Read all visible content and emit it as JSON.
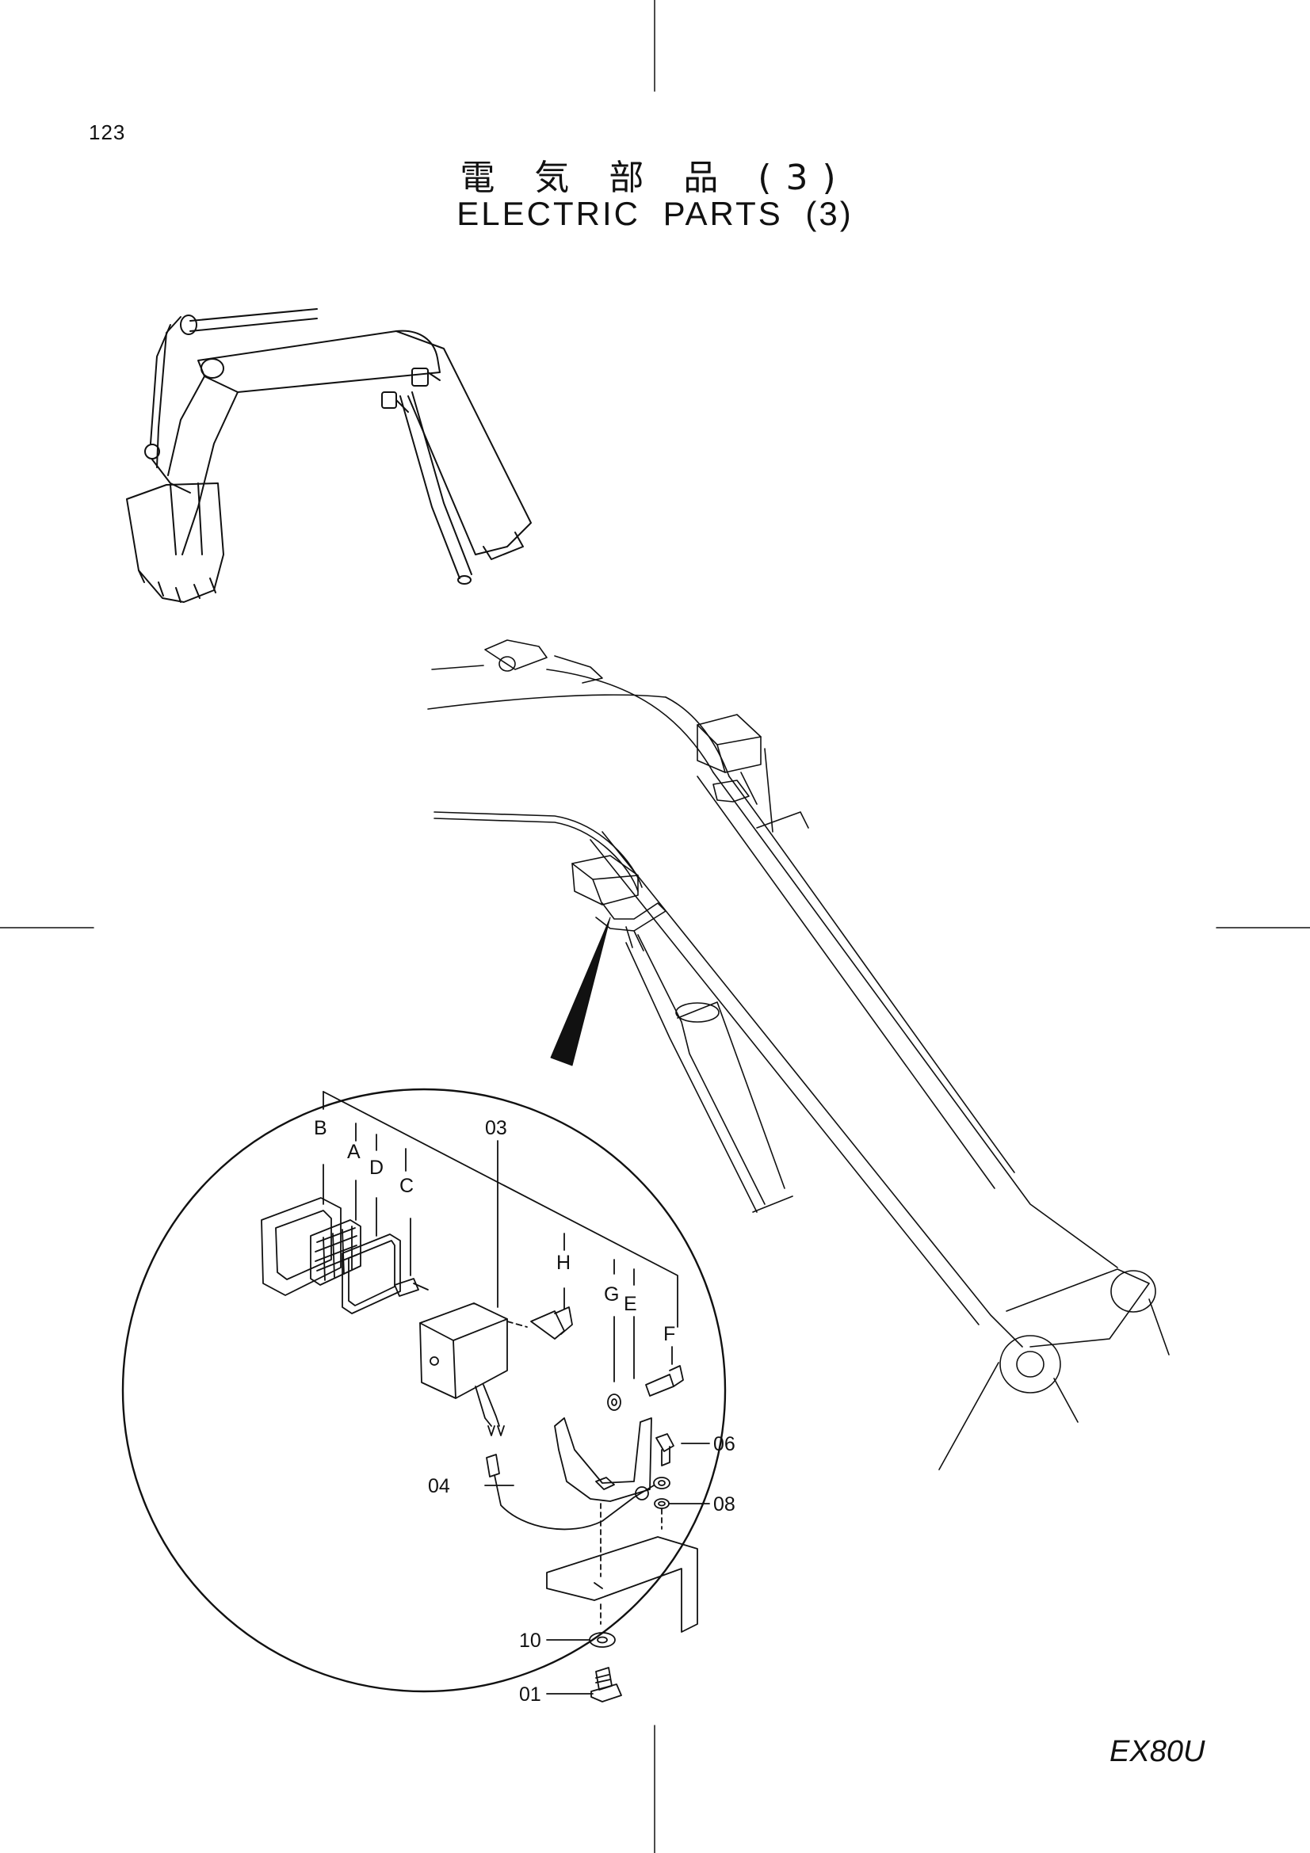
{
  "page": {
    "number": "123",
    "model": "EX80U"
  },
  "title": {
    "japanese": "電 気 部 品 (3)",
    "english": "ELECTRIC PARTS (3)"
  },
  "callouts": {
    "b": "B",
    "a": "A",
    "d": "D",
    "c": "C",
    "p03": "03",
    "h": "H",
    "g": "G",
    "e": "E",
    "f": "F",
    "p06": "06",
    "p04": "04",
    "p08": "08",
    "p10": "10",
    "p01": "01"
  }
}
